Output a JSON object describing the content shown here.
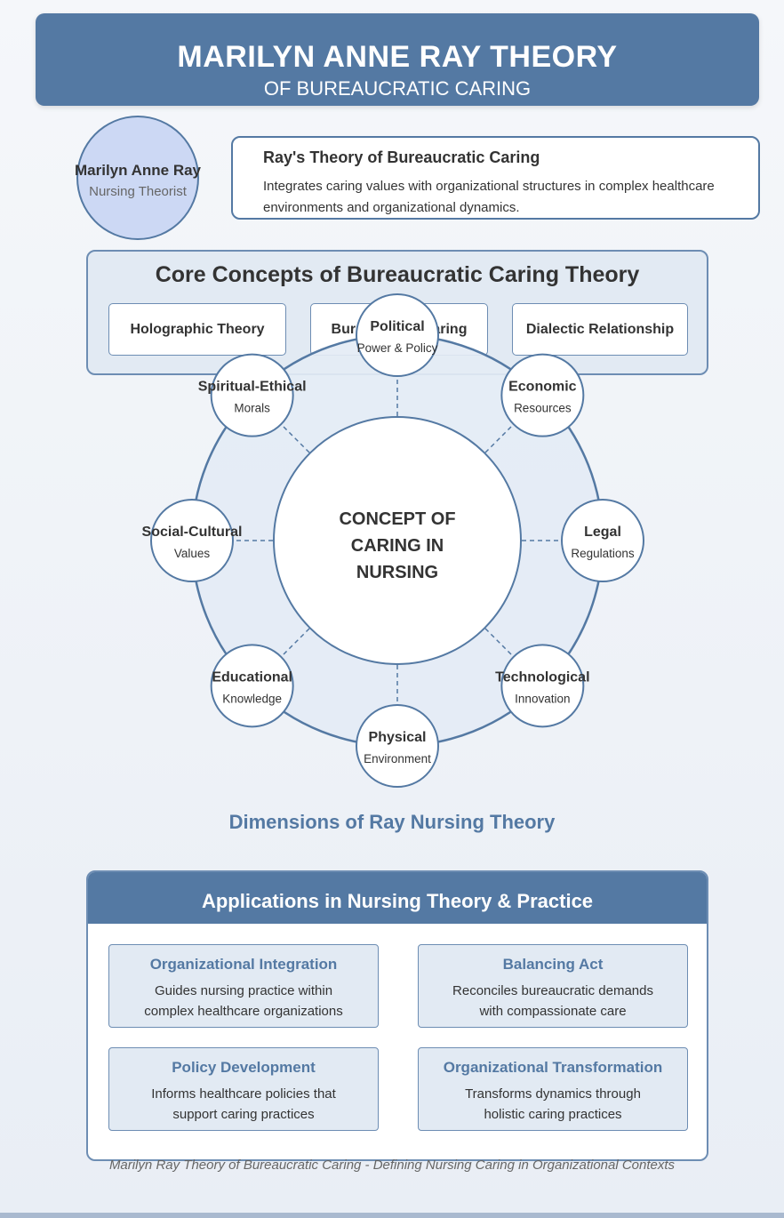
{
  "header": {
    "title": "MARILYN ANNE RAY THEORY",
    "subtitle": "OF BUREAUCRATIC CARING"
  },
  "theorist": {
    "name": "Marilyn Anne Ray",
    "role": "Nursing Theorist"
  },
  "summary": {
    "title": "Ray's Theory of Bureaucratic Caring",
    "text": "Integrates caring values with organizational structures in complex healthcare environments and organizational dynamics."
  },
  "core_concepts": {
    "title": "Core Concepts of Bureaucratic Caring Theory",
    "items": [
      "Holographic Theory",
      "Bureaucratic Caring",
      "Dialectic Relationship"
    ]
  },
  "diagram": {
    "center": [
      "CONCEPT OF",
      "CARING IN",
      "NURSING"
    ],
    "dimensions": [
      {
        "name": "Political",
        "desc": "Power & Policy"
      },
      {
        "name": "Economic",
        "desc": "Resources"
      },
      {
        "name": "Legal",
        "desc": "Regulations"
      },
      {
        "name": "Technological",
        "desc": "Innovation"
      },
      {
        "name": "Physical",
        "desc": "Environment"
      },
      {
        "name": "Educational",
        "desc": "Knowledge"
      },
      {
        "name": "Social-Cultural",
        "desc": "Values"
      },
      {
        "name": "Spiritual-Ethical",
        "desc": "Morals"
      }
    ],
    "caption": "Dimensions of Ray Nursing Theory"
  },
  "applications": {
    "title": "Applications in Nursing Theory & Practice",
    "items": [
      {
        "title": "Organizational Integration",
        "text_lines": [
          "Guides nursing practice within",
          "complex healthcare organizations"
        ]
      },
      {
        "title": "Balancing Act",
        "text_lines": [
          "Reconciles bureaucratic demands",
          "with compassionate care"
        ]
      },
      {
        "title": "Policy Development",
        "text_lines": [
          "Informs healthcare policies that",
          "support caring practices"
        ]
      },
      {
        "title": "Organizational Transformation",
        "text_lines": [
          "Transforms dynamics through",
          "holistic caring practices"
        ]
      }
    ]
  },
  "footer": "Marilyn Ray Theory of Bureaucratic Caring - Defining Nursing Caring in Organizational Contexts",
  "colors": {
    "primary": "#5479a3",
    "panel": "#e2eaf3",
    "portrait": "#ccd8f4",
    "text": "#333333"
  }
}
